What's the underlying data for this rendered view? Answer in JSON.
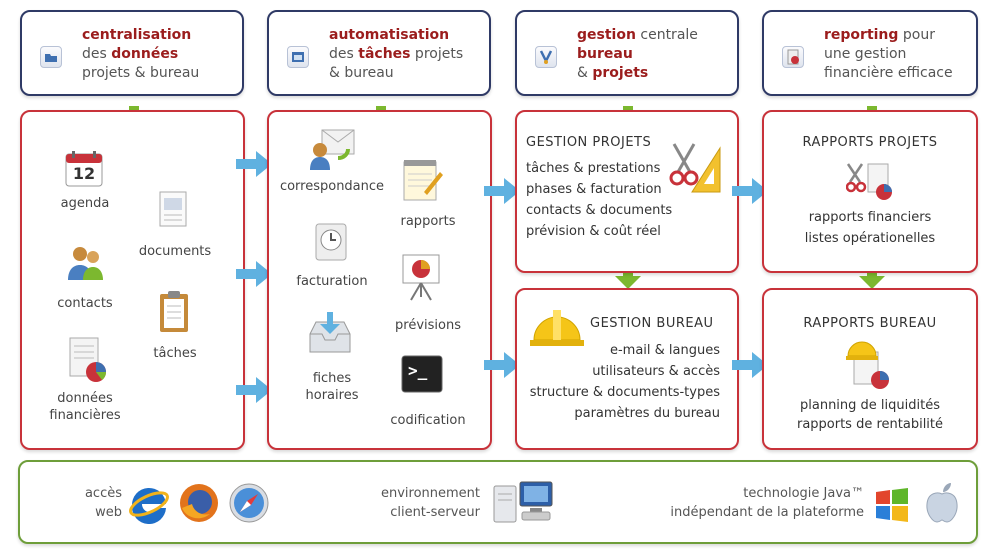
{
  "headers": [
    {
      "l1b": "centralisation",
      "l2a": "des ",
      "l2b": "données",
      "l3": "projets & bureau"
    },
    {
      "l1b": "automatisation",
      "l2a": "des ",
      "l2b": "tâches",
      "l2c": " projets",
      "l3": "& bureau"
    },
    {
      "l1b": "gestion",
      "l1c": " centrale",
      "l2b": "bureau",
      "l3a": "& ",
      "l3b": "projets"
    },
    {
      "l1b": "reporting",
      "l1c": " pour",
      "l2": "une gestion",
      "l3": "financière efficace"
    }
  ],
  "data_box": {
    "agenda": "agenda",
    "agenda_day": "12",
    "contacts": "contacts",
    "documents": "documents",
    "taches": "tâches",
    "donnees_l1": "données",
    "donnees_l2": "financières"
  },
  "auto_box": {
    "correspondance": "correspondance",
    "facturation": "facturation",
    "fiches_l1": "fiches",
    "fiches_l2": "horaires",
    "rapports": "rapports",
    "previsions": "prévisions",
    "codification": "codification",
    "terminal_prompt": ">_"
  },
  "gestion_projets": {
    "title": "GESTION PROJETS",
    "lines": [
      "tâches & prestations",
      "phases & facturation",
      "contacts & documents",
      "prévision & coût réel"
    ]
  },
  "gestion_bureau": {
    "title": "GESTION BUREAU",
    "lines": [
      "e-mail & langues",
      "utilisateurs & accès",
      "structure & documents-types",
      "paramètres du bureau"
    ]
  },
  "rapports_projets": {
    "title": "RAPPORTS PROJETS",
    "lines": [
      "rapports financiers",
      "listes opérationelles"
    ]
  },
  "rapports_bureau": {
    "title": "RAPPORTS BUREAU",
    "lines": [
      "planning de liquidités",
      "rapports de rentabilité"
    ]
  },
  "bottom": {
    "acces_l1": "accès",
    "acces_l2": "web",
    "env_l1": "environnement",
    "env_l2": "client-serveur",
    "tech_l1": "technologie Java™",
    "tech_l2": "indépendant de la plateforme"
  },
  "colors": {
    "header_border": "#2f3a66",
    "box_border": "#c8323a",
    "bottom_border": "#6e9e3a",
    "accent_text": "#9b1d1d",
    "green_arrow": "#7cb82f",
    "blue_arrow": "#5fb1e0"
  },
  "icons": [
    "folder-icon",
    "window-icon",
    "pen-icon",
    "report-icon",
    "calendar-icon",
    "contacts-icon",
    "document-icon",
    "clipboard-icon",
    "financial-doc-icon",
    "mail-icon",
    "clock-icon",
    "inbox-icon",
    "notepad-icon",
    "presentation-icon",
    "terminal-icon",
    "scissors-icon",
    "ruler-icon",
    "hardhat-icon",
    "ie-icon",
    "firefox-icon",
    "safari-icon",
    "server-icon",
    "windows-icon",
    "apple-icon"
  ]
}
